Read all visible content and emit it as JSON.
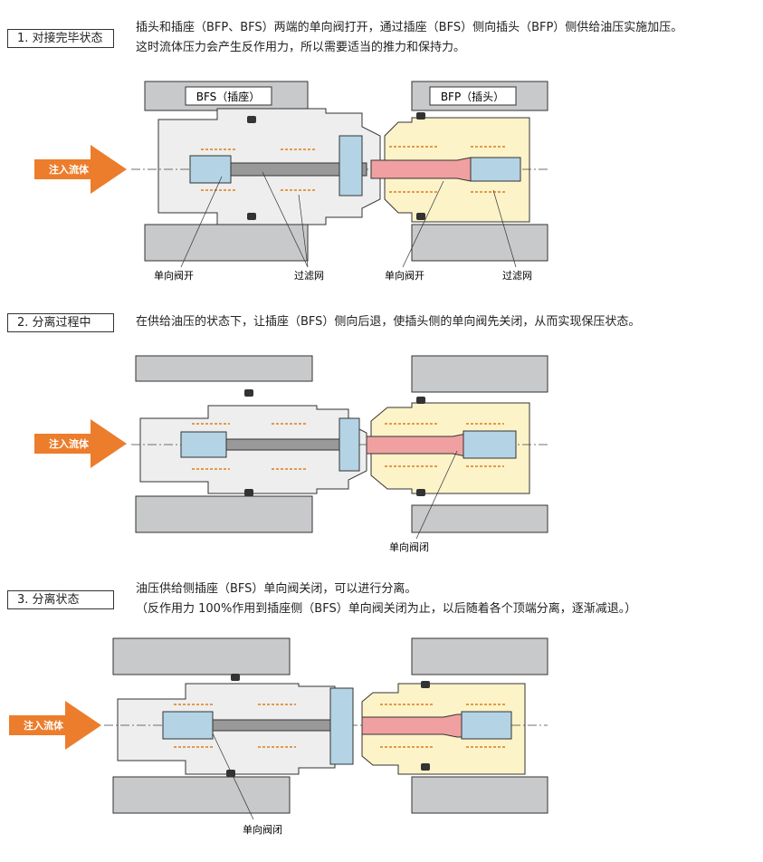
{
  "steps": [
    {
      "label": "1. 对接完毕状态",
      "desc_lines": [
        "插头和插座（BFP、BFS）两端的单向阀打开，通过插座（BFS）侧向插头（BFP）侧供给油压实施加压。",
        "这时流体压力会产生反作用力，所以需要适当的推力和保持力。"
      ],
      "arrow_label": "注入流体",
      "part_left": "BFS（插座）",
      "part_right": "BFP（插头）",
      "callouts": [
        "单向阀开",
        "过滤网",
        "单向阀开",
        "过滤网"
      ]
    },
    {
      "label": "2. 分离过程中",
      "desc_lines": [
        "在供给油压的状态下，让插座（BFS）侧向后退，使插头侧的单向阀先关闭，从而实现保压状态。"
      ],
      "arrow_label": "注入流体",
      "callouts": [
        "单向阀闭"
      ]
    },
    {
      "label": "3. 分离状态",
      "desc_lines": [
        "油压供给侧插座（BFS）单向阀关闭，可以进行分离。",
        "（反作用力 100%作用到插座侧（BFS）单向阀关闭为止，以后随着各个顶端分离，逐渐减退。）"
      ],
      "arrow_label": "注入流体",
      "callouts": [
        "单向阀闭"
      ]
    }
  ],
  "colors": {
    "housing_gray": "#c8c9ca",
    "body_light": "#eeeeee",
    "plug_yellow": "#fdf3c8",
    "valve_blue": "#b4d4e6",
    "piston_pink": "#f0a0a0",
    "spring_orange": "#e39a4a",
    "arrow_orange": "#ec7d2c",
    "outline": "#333333"
  }
}
